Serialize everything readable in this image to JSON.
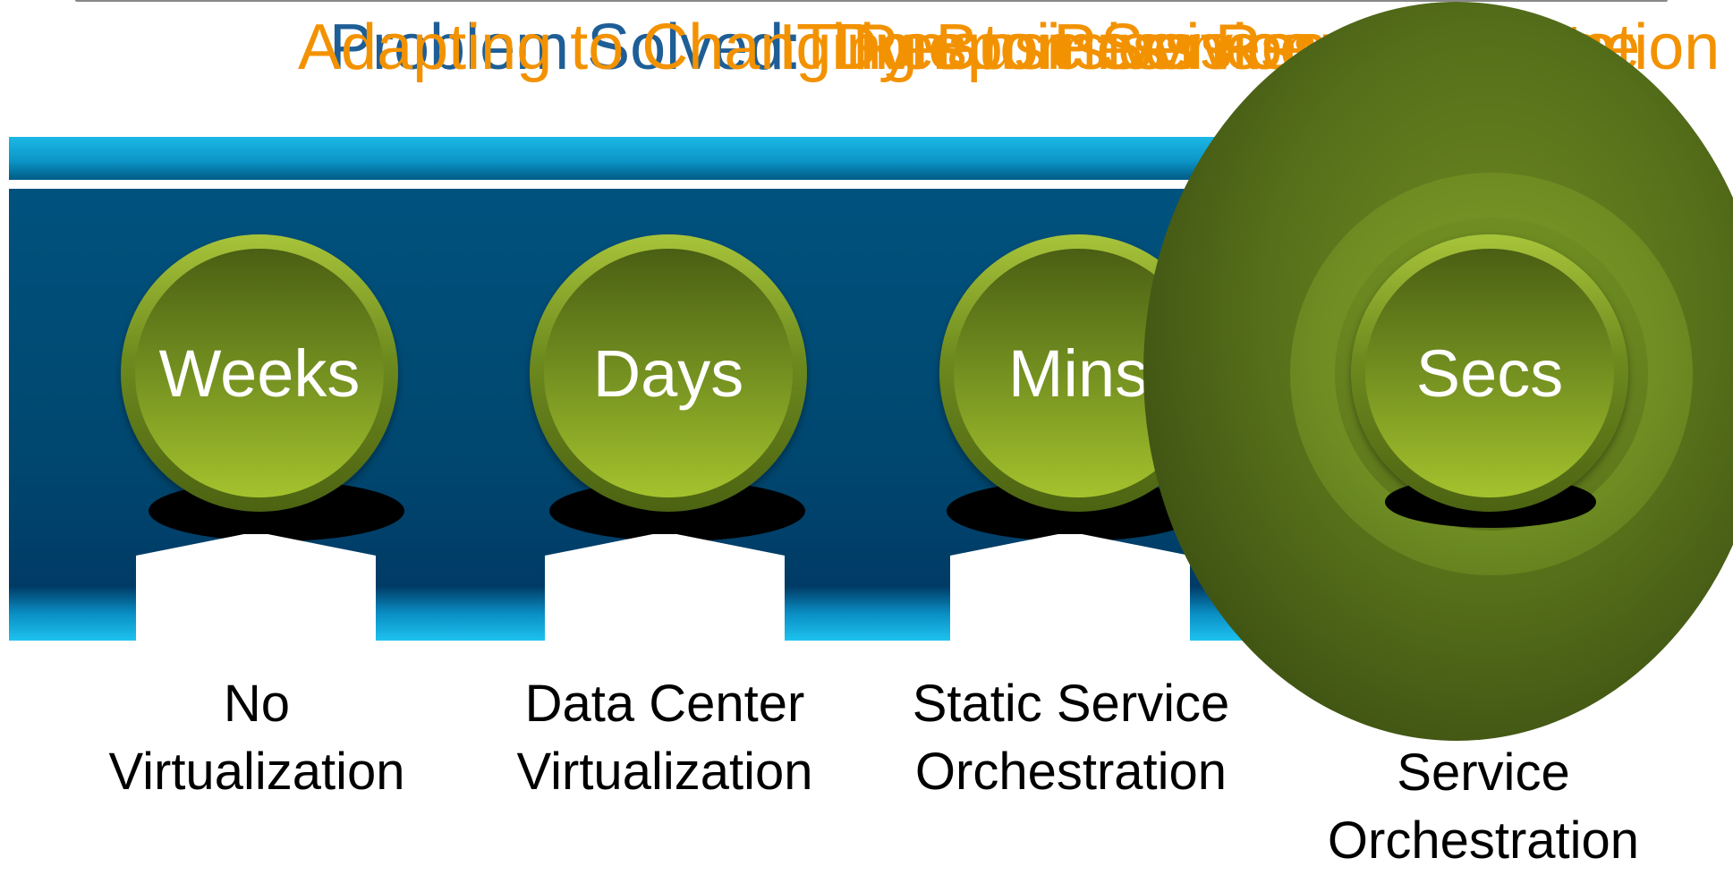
{
  "title": {
    "prefix": "Problem Solved:",
    "overlays": [
      "Adapting to Changing Business Requirements",
      "IT Responsiveness to Change",
      "Time to Provision",
      "Dynamic Service Orchestration"
    ]
  },
  "stages": [
    {
      "value": "Weeks",
      "caption_line1": "No",
      "caption_line2": "Virtualization"
    },
    {
      "value": "Days",
      "caption_line1": "Data Center",
      "caption_line2": "Virtualization"
    },
    {
      "value": "Mins",
      "caption_line1": "Static Service",
      "caption_line2": "Orchestration"
    },
    {
      "value": "Secs",
      "caption_line1": "Service",
      "caption_line2": "Orchestration"
    }
  ],
  "colors": {
    "title_prefix": "#1e5e96",
    "title_overlay": "#f39200",
    "panel_blue": "#00527e",
    "cyan": "#1bb8e6",
    "green": "#9cbd2b"
  }
}
